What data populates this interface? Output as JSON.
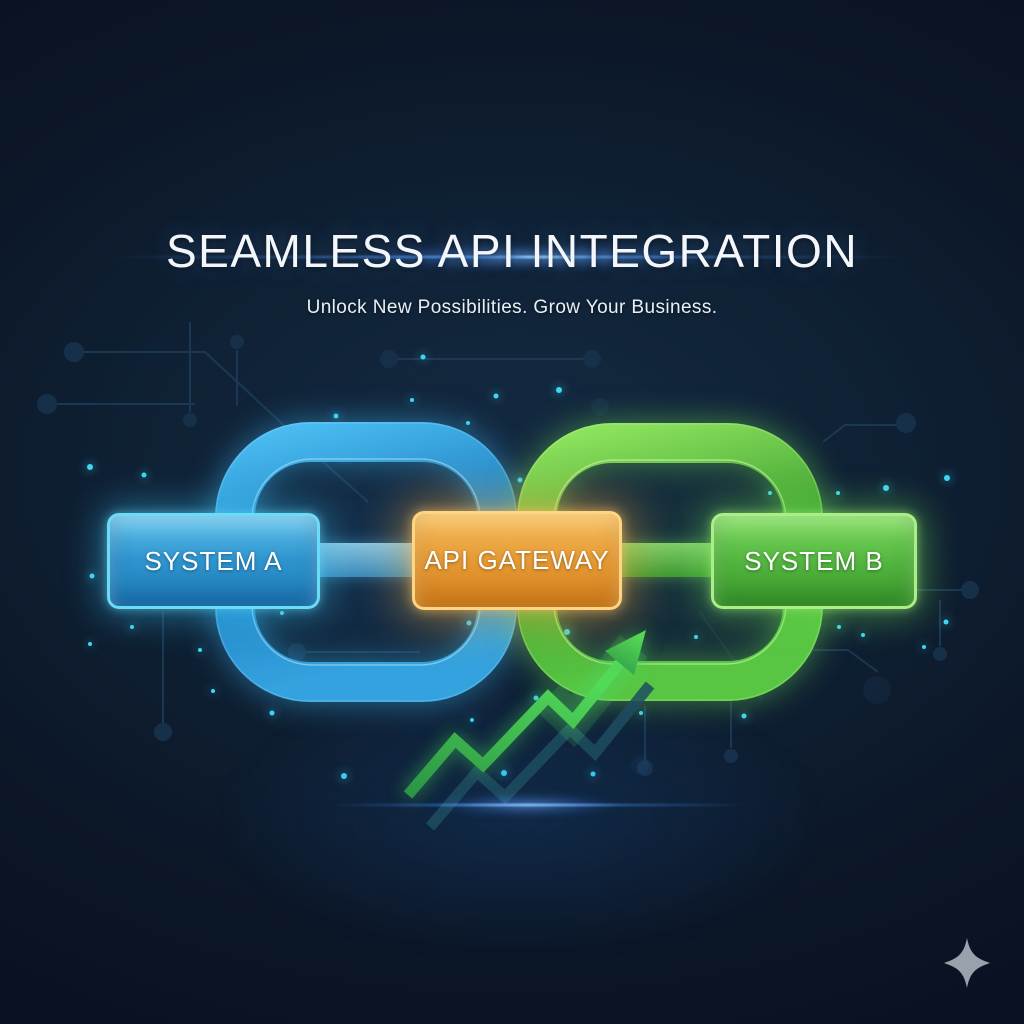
{
  "poster": {
    "title": "SEAMLESS API INTEGRATION",
    "subtitle": "Unlock New Possibilities. Grow Your Business."
  },
  "diagram": {
    "nodes": [
      {
        "id": "system-a",
        "label": "SYSTEM A",
        "fill": "#2f95cf",
        "border": "#6adcf8"
      },
      {
        "id": "api-gateway",
        "label": "API GATEWAY",
        "fill": "#e69a33",
        "border": "#ffd584"
      },
      {
        "id": "system-b",
        "label": "SYSTEM B",
        "fill": "#52b53f",
        "border": "#a9ef85"
      }
    ],
    "chain": {
      "left_link_color": "#2e9fe0",
      "right_link_color": "#55c23e"
    },
    "growth_arrow_color": "#3dbb4d"
  },
  "decor": {
    "background_color": "#0d1a2b",
    "glow_dot_color": "#3cd9f2",
    "circuit_trace_color": "#20405e",
    "sparkle_icon_color": "#99a2ac",
    "lens_flare_color": "#6ea9ff"
  }
}
